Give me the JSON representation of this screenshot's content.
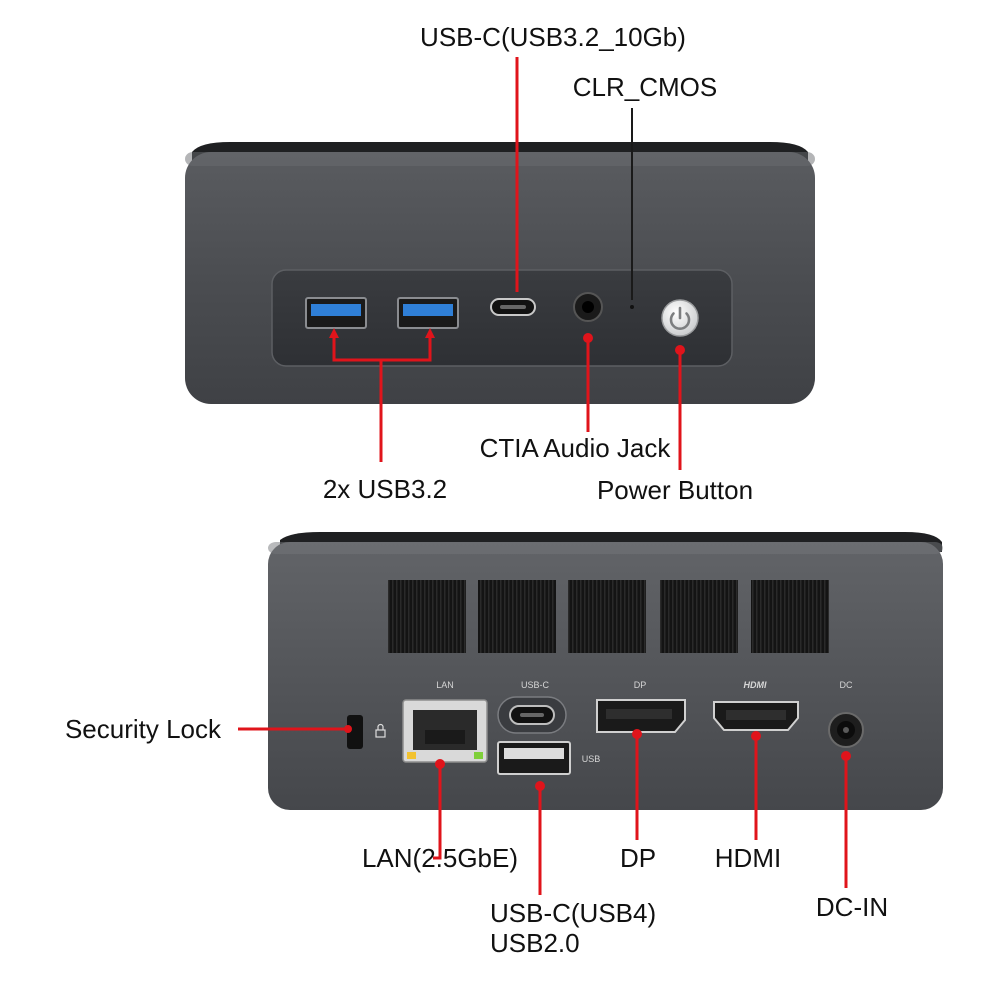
{
  "front": {
    "callouts": {
      "usb_c": "USB-C(USB3.2_10Gb)",
      "clr_cmos": "CLR_CMOS",
      "usb32": "2x USB3.2",
      "audio": "CTIA Audio Jack",
      "power": "Power Button"
    }
  },
  "rear": {
    "port_tags": {
      "lan": "LAN",
      "usb_c": "USB-C",
      "dp": "DP",
      "hdmi": "HDMI",
      "dc": "DC",
      "usb": "USB"
    },
    "callouts": {
      "security": "Security Lock",
      "lan": "LAN(2.5GbE)",
      "usb_c_line1": "USB-C(USB4)",
      "usb_c_line2": "USB2.0",
      "dp": "DP",
      "hdmi": "HDMI",
      "dc_in": "DC-IN"
    }
  },
  "colors": {
    "leader": "#e0141b",
    "chassis": "#4d4f53",
    "usb3_blue": "#2f7fd6"
  }
}
